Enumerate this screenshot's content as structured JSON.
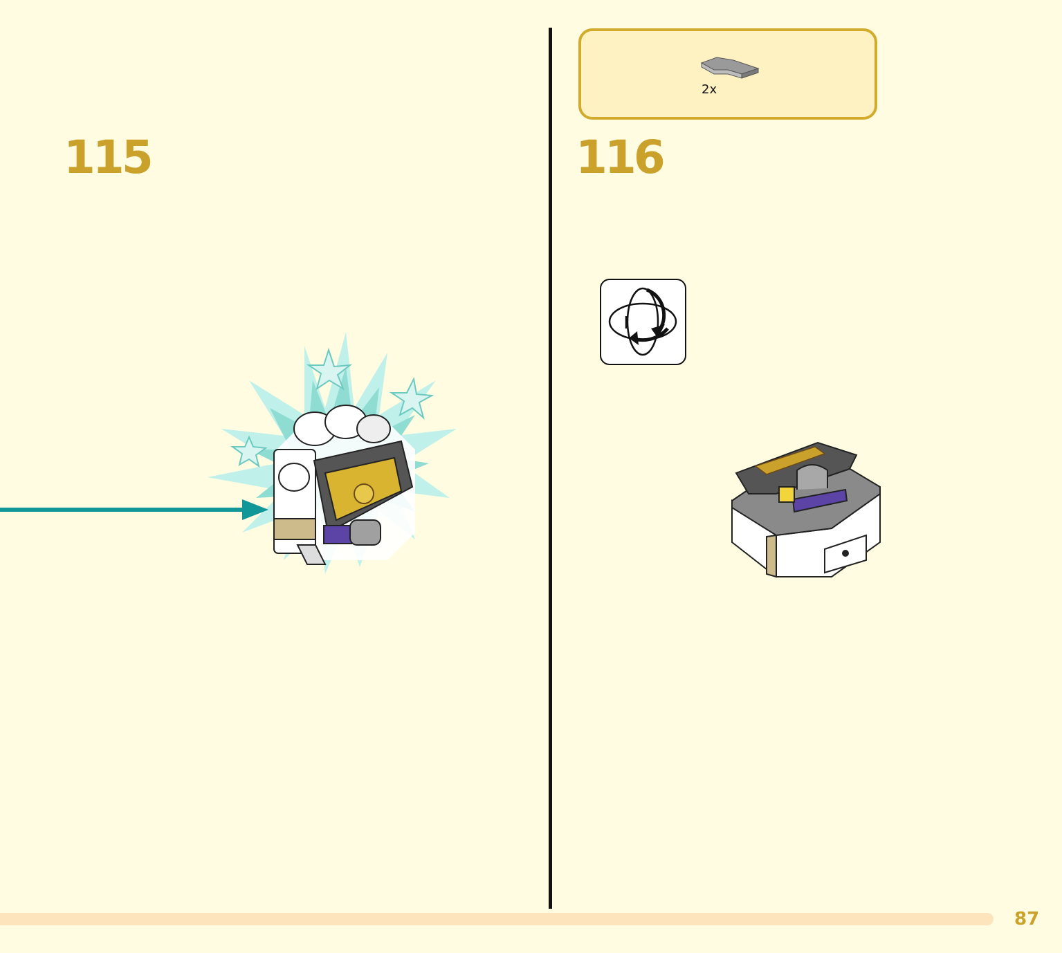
{
  "colors": {
    "page_background": "#fffce2",
    "accent_gold": "#c9a12b",
    "arrow_teal": "#119797",
    "burst_teal": "#8fdcd3",
    "parts_box_fill": "#fff2c2",
    "parts_box_border": "#d2aa2c",
    "footer_bar": "#fde4bd"
  },
  "steps": [
    {
      "number": "115"
    },
    {
      "number": "116"
    }
  ],
  "parts_callout": {
    "quantity": "2x",
    "part_icon": "grey-corner-tile-icon"
  },
  "icons": {
    "rotate_model": "rotate-model-icon",
    "callout_arrow": "teal-arrow-icon",
    "finished_assembly": "chest-assembly-sparkle-illustration",
    "current_assembly": "stage-base-illustration"
  },
  "footer": {
    "page_number": "87"
  }
}
